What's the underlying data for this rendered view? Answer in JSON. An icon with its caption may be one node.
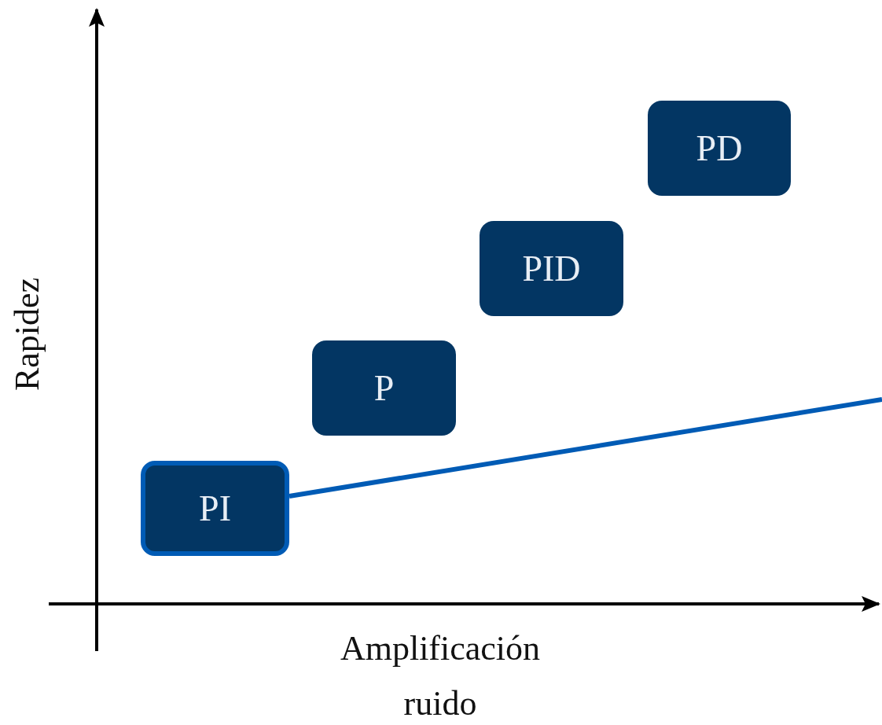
{
  "diagram": {
    "nodes": [
      {
        "text": [
          "PD"
        ]
      },
      {
        "text": [
          "PID"
        ]
      },
      {
        "text": [
          "P"
        ]
      },
      {
        "text": [
          "PI"
        ]
      }
    ],
    "edges": [
      {
        "from": null,
        "to": 3,
        "arrow": "none"
      }
    ],
    "labels": [
      "Rapidez",
      "Amplificación ruido"
    ]
  }
}
